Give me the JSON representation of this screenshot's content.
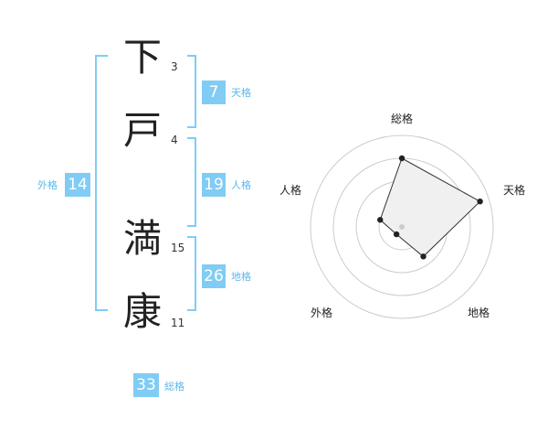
{
  "colors": {
    "accent": "#80ccf5",
    "label": "#5bb8ee",
    "line": "#333333",
    "ring": "#cccccc"
  },
  "name": {
    "chars": [
      {
        "char": "下",
        "strokes": "3"
      },
      {
        "char": "戸",
        "strokes": "4"
      },
      {
        "char": "満",
        "strokes": "15"
      },
      {
        "char": "康",
        "strokes": "11"
      }
    ]
  },
  "kaku": {
    "tenkaku": {
      "value": "7",
      "label": "天格"
    },
    "jinkaku": {
      "value": "19",
      "label": "人格"
    },
    "chikaku": {
      "value": "26",
      "label": "地格"
    },
    "gaikaku": {
      "value": "14",
      "label": "外格"
    },
    "soukaku": {
      "value": "33",
      "label": "総格"
    }
  },
  "radar": {
    "axes": [
      "総格",
      "天格",
      "地格",
      "外格",
      "人格"
    ],
    "values": [
      0.75,
      0.9,
      0.4,
      0.1,
      0.25
    ],
    "rings": 4
  }
}
